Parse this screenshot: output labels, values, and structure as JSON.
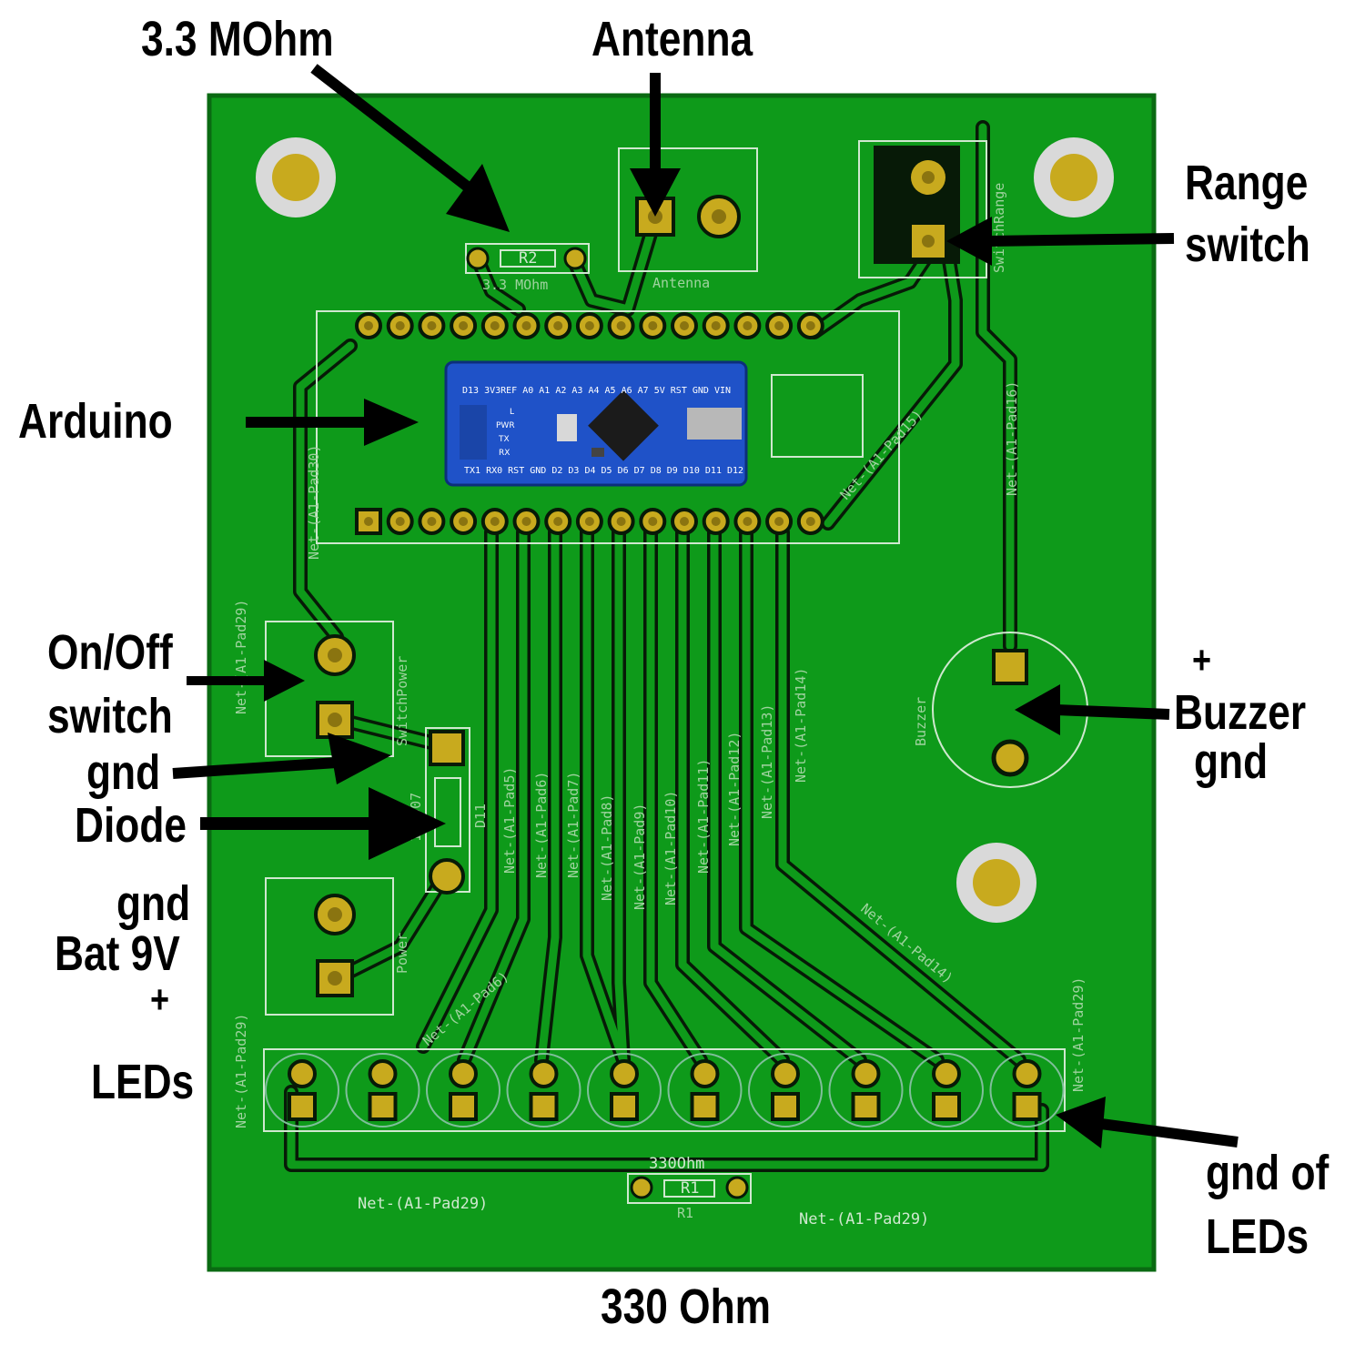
{
  "colors": {
    "board": "#0e9a1a",
    "board_edge": "#0a6a12",
    "copper_pad": "#c8aa1e",
    "trace_outline": "#071a07",
    "silkscreen": "#cfe8cf",
    "label_text": "#000000",
    "arduino_blue": "#1f52c8"
  },
  "callouts": {
    "resistor_r2": "3.3 MOhm",
    "antenna": "Antenna",
    "range_switch_line1": "Range",
    "range_switch_line2": "switch",
    "arduino": "Arduino",
    "onoff_line1": "On/Off",
    "onoff_line2": "switch",
    "onoff_gnd": "gnd",
    "diode": "Diode",
    "bat_gnd": "gnd",
    "bat_9v": "Bat 9V",
    "bat_plus": "+",
    "leds": "LEDs",
    "buzzer_plus": "+",
    "buzzer": "Buzzer",
    "buzzer_gnd": "gnd",
    "gnd_leds_line1": "gnd of",
    "gnd_leds_line2": "LEDs",
    "resistor_r1": "330 Ohm"
  },
  "silkscreen": {
    "r2_ref": "R2",
    "r2_value": "3.3 MOhm",
    "antenna_label": "Antenna",
    "r1_ref": "R1",
    "r1_value": "330Ohm",
    "r1_ref_below": "R1",
    "switch_power": "SwitchPower",
    "power": "Power",
    "diode_ref": "D11",
    "diode_part": "1N4007",
    "buzzer": "Buzzer",
    "switch_range": "SwitchRange",
    "net_pad30": "Net-(A1-Pad30)",
    "net_pad29_left": "Net-(A1-Pad29)",
    "net_pad29_left2": "Net-(A1-Pad29)",
    "net_pad29_right": "Net-(A1-Pad29)",
    "net_pad29_bottom_left": "Net-(A1-Pad29)",
    "net_pad29_bottom_right": "Net-(A1-Pad29)",
    "net_pad15": "Net-(A1-Pad15)",
    "net_pad16": "Net-(A1-Pad16)",
    "net_pad6_diag": "Net-(A1-Pad6)",
    "net_pad14_diag": "Net-(A1-Pad14)",
    "led_nets": [
      "Net-(A1-Pad5)",
      "Net-(A1-Pad6)",
      "Net-(A1-Pad7)",
      "Net-(A1-Pad8)",
      "Net-(A1-Pad9)",
      "Net-(A1-Pad10)",
      "Net-(A1-Pad11)",
      "Net-(A1-Pad12)",
      "Net-(A1-Pad13)",
      "Net-(A1-Pad14)"
    ]
  },
  "arduino_board": {
    "top_row": "D13 3V3REF A0 A1 A2 A3 A4 A5 A6 A7 5V RST GND VIN",
    "bottom_row": "TX1 RX0 RST GND D2 D3 D4 D5 D6 D7 D8 D9 D10 D11 D12",
    "leds": [
      "L",
      "PWR",
      "TX",
      "RX"
    ]
  }
}
